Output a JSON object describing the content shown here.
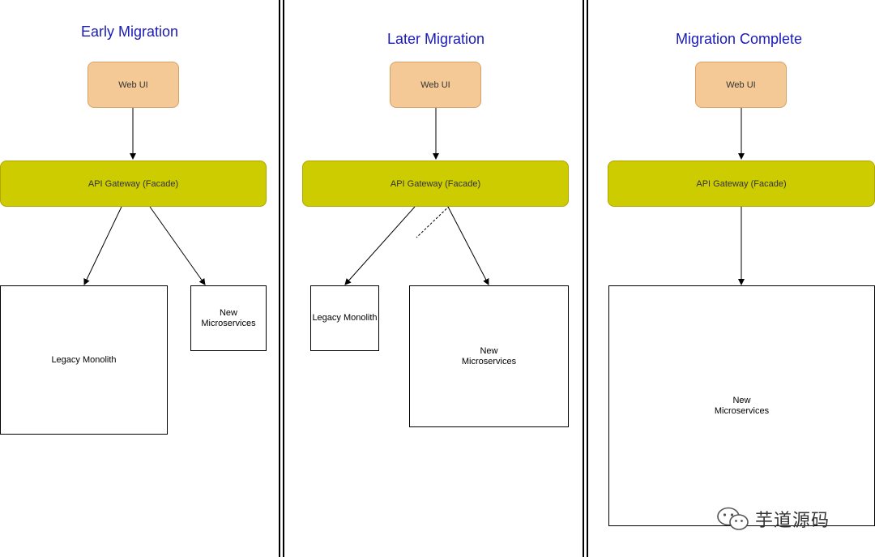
{
  "panels": [
    {
      "title": "Early Migration",
      "web_ui": "Web UI",
      "gateway": "API Gateway (Facade)",
      "boxes": [
        "Legacy Monolith",
        "New\nMicroservices"
      ]
    },
    {
      "title": "Later Migration",
      "web_ui": "Web UI",
      "gateway": "API Gateway (Facade)",
      "boxes": [
        "Legacy Monolith",
        "New\nMicroservices"
      ]
    },
    {
      "title": "Migration Complete",
      "web_ui": "Web UI",
      "gateway": "API Gateway (Facade)",
      "boxes": [
        "New\nMicroservices"
      ]
    }
  ],
  "watermark": {
    "text": "芋道源码",
    "icon": "wechat-icon"
  },
  "colors": {
    "title": "#1a1ab8",
    "web_ui_fill": "#f4c995",
    "gateway_fill": "#cccc00"
  }
}
